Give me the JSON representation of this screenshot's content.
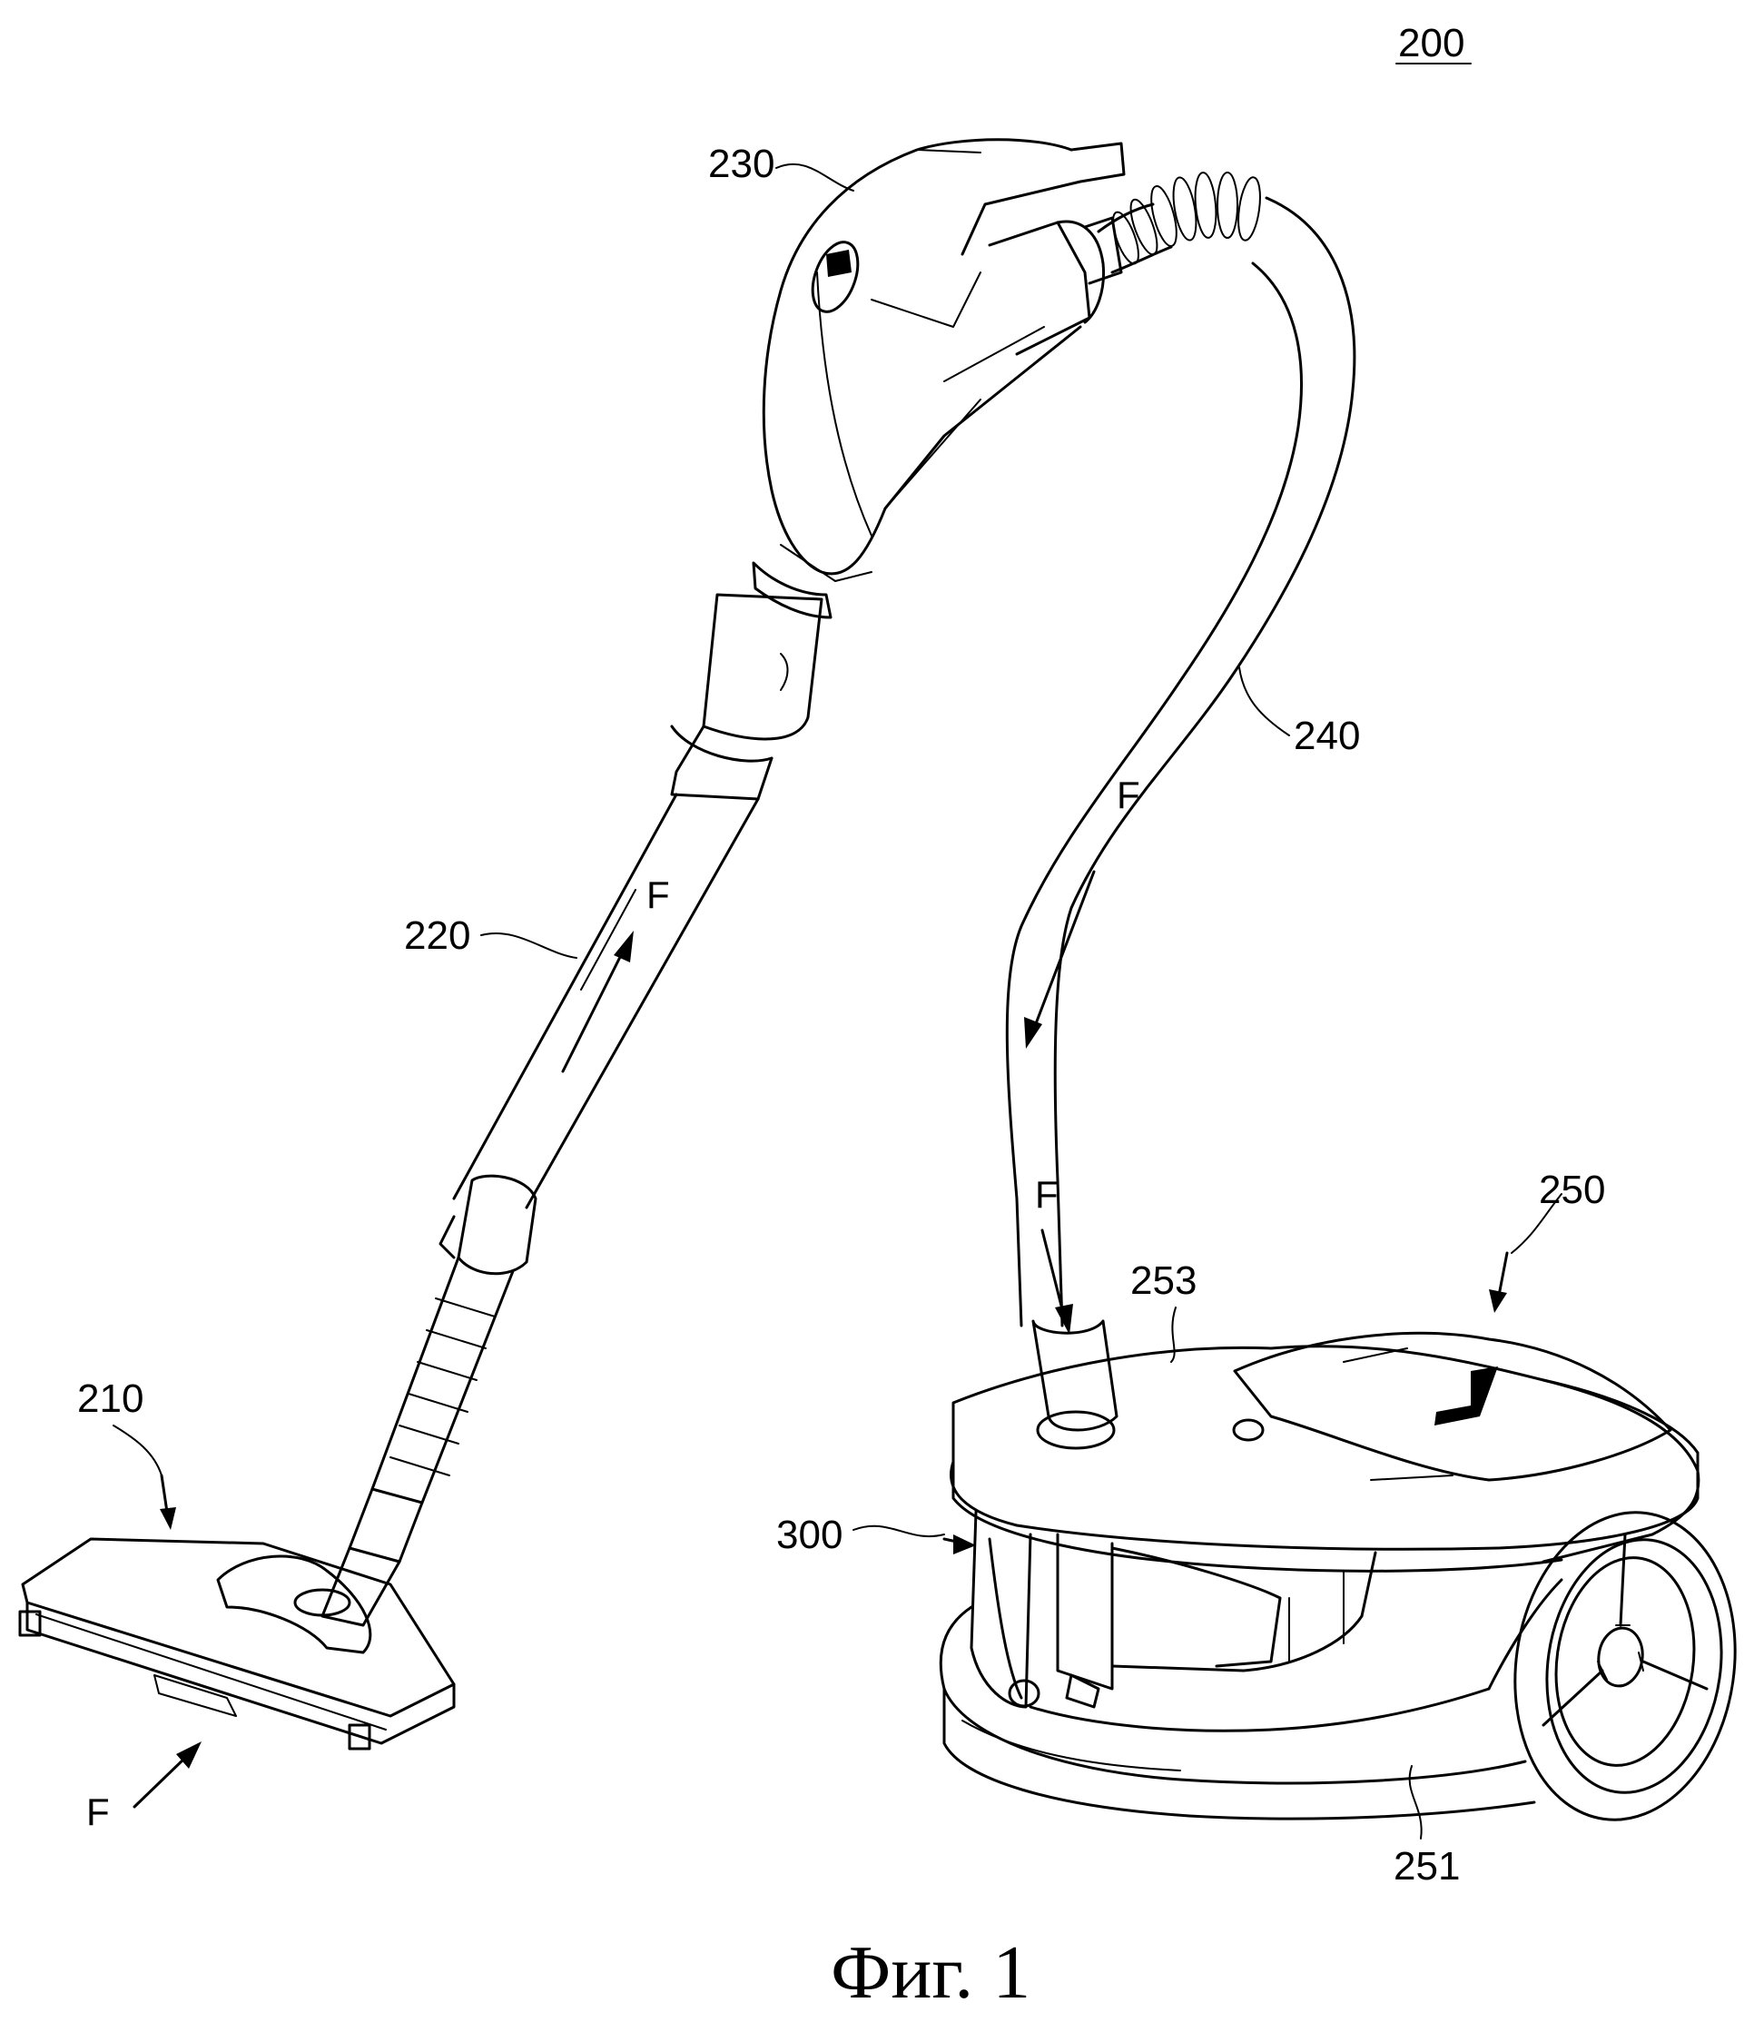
{
  "figure": {
    "number_label": "200",
    "caption": "Фиг. 1",
    "labels": {
      "nozzle": "210",
      "pipe": "220",
      "handle": "230",
      "hose": "240",
      "body": "250",
      "body_base": "251",
      "body_cover": "253",
      "dust_container": "300"
    },
    "flow_label": "F"
  }
}
